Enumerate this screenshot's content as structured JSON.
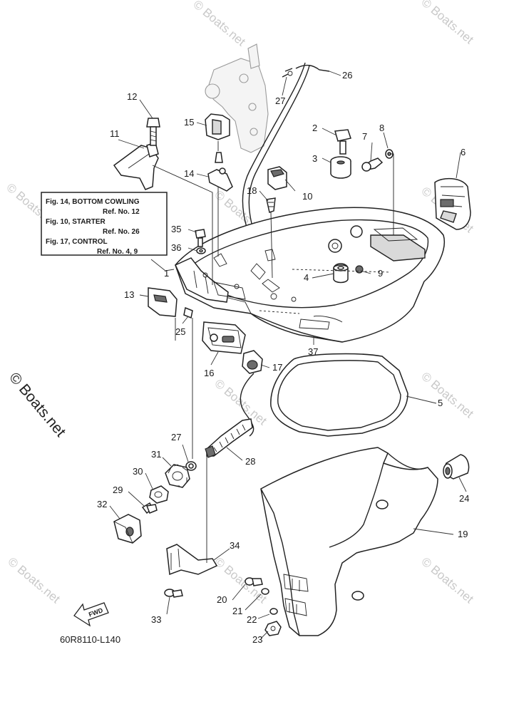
{
  "diagram": {
    "code": "60R8110-L140",
    "watermark": "© Boats.net",
    "fwd_label": "FWD",
    "notes": [
      "Fig. 14, BOTTOM COWLING",
      "Ref. No. 12",
      "Fig. 10, STARTER",
      "Ref. No. 26",
      "Fig. 17, CONTROL",
      "Ref. No. 4, 9"
    ],
    "callouts": [
      "1",
      "2",
      "3",
      "4",
      "5",
      "6",
      "7",
      "8",
      "9",
      "10",
      "11",
      "12",
      "13",
      "14",
      "15",
      "16",
      "17",
      "18",
      "19",
      "20",
      "21",
      "22",
      "23",
      "24",
      "25",
      "26",
      "27",
      "27",
      "28",
      "29",
      "30",
      "31",
      "32",
      "33",
      "34",
      "35",
      "36",
      "37"
    ]
  }
}
